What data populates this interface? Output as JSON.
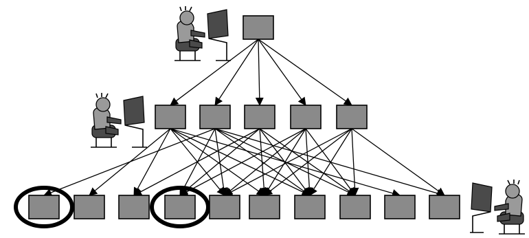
{
  "diagram": {
    "type": "hierarchical-network",
    "colors": {
      "node_fill": "#8a8a8a",
      "node_stroke": "#000000",
      "edge": "#000000",
      "highlight_ring": "#000000",
      "background": "#ffffff"
    },
    "levels": [
      {
        "id": "top",
        "node_count": 1,
        "figure_icon": "person-at-computer-icon"
      },
      {
        "id": "middle",
        "node_count": 5,
        "figure_icon": "person-at-computer-icon"
      },
      {
        "id": "bottom",
        "node_count": 10,
        "figure_icon": "person-at-computer-icon"
      }
    ],
    "highlighted_bottom_nodes": [
      1,
      4
    ],
    "edges_top_to_middle": [
      [
        0,
        0
      ],
      [
        0,
        1
      ],
      [
        0,
        2
      ],
      [
        0,
        3
      ],
      [
        0,
        4
      ]
    ],
    "edges_middle_to_bottom": [
      [
        0,
        1
      ],
      [
        0,
        2
      ],
      [
        0,
        4
      ],
      [
        0,
        5
      ],
      [
        0,
        6
      ],
      [
        0,
        8
      ],
      [
        1,
        0
      ],
      [
        1,
        3
      ],
      [
        1,
        4
      ],
      [
        1,
        6
      ],
      [
        1,
        7
      ],
      [
        1,
        9
      ],
      [
        2,
        2
      ],
      [
        2,
        3
      ],
      [
        2,
        5
      ],
      [
        2,
        6
      ],
      [
        2,
        7
      ],
      [
        3,
        3
      ],
      [
        3,
        4
      ],
      [
        3,
        5
      ],
      [
        3,
        6
      ],
      [
        3,
        7
      ],
      [
        4,
        4
      ],
      [
        4,
        5
      ],
      [
        4,
        6
      ],
      [
        4,
        7
      ],
      [
        4,
        9
      ]
    ]
  }
}
